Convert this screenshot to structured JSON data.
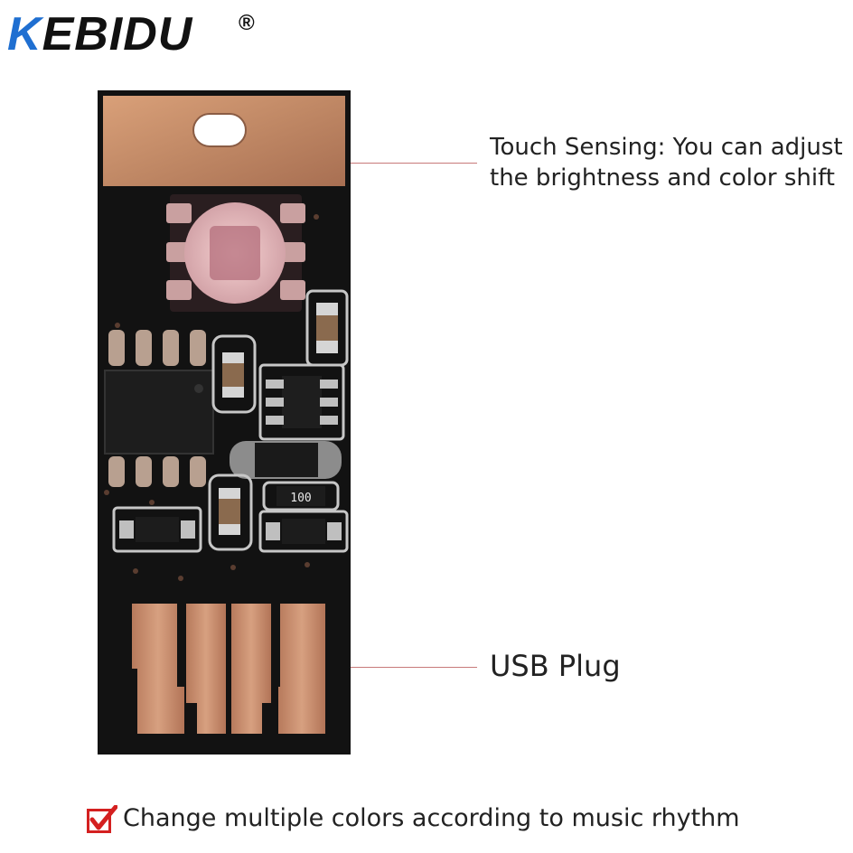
{
  "brand": {
    "logo_initial": "K",
    "logo_rest": "EBIDU",
    "registered": "®",
    "brand_color": "#1f6fd1"
  },
  "callouts": {
    "touch_line1": "Touch Sensing: You can adjust",
    "touch_line2": "the brightness and color shift",
    "usb": "USB Plug"
  },
  "board": {
    "resistor_marking": "100"
  },
  "feature": {
    "text": "Change multiple colors according to music rhythm",
    "icon": "checkmark-icon",
    "check_color": "#d42020"
  }
}
